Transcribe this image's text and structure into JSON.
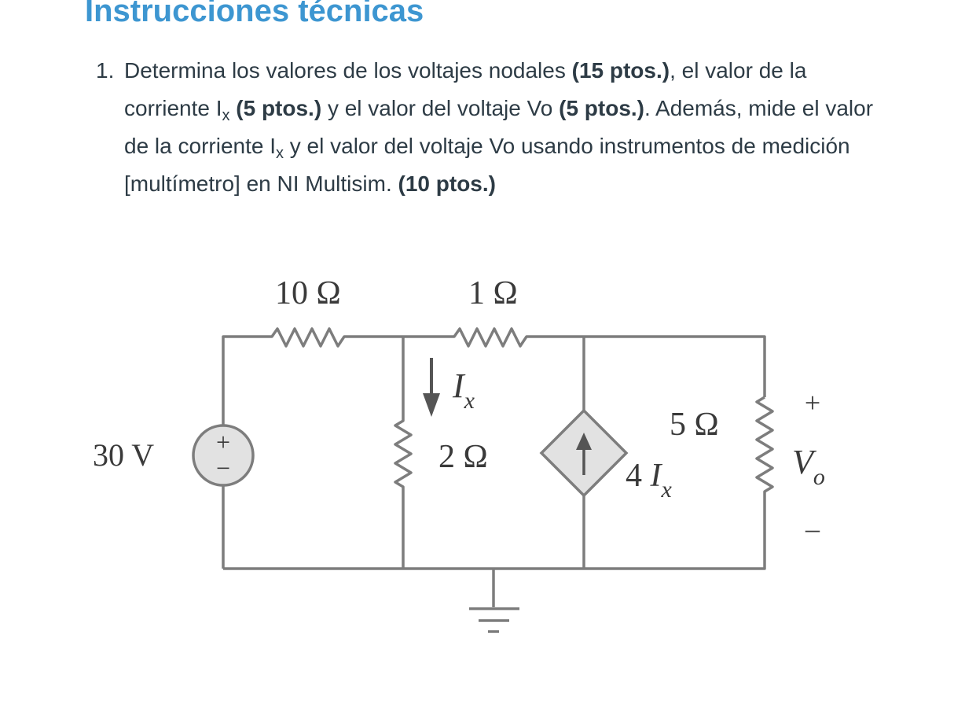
{
  "page": {
    "heading": "Instrucciones técnicas"
  },
  "instruction": {
    "number": "1.",
    "t1": "Determina los valores de los voltajes nodales ",
    "b1": "(15 ptos.)",
    "t2": ", el valor de la corriente I",
    "sub1": "x",
    "t3": " ",
    "b2": "(5 ptos.)",
    "t4": " y el valor del voltaje Vo ",
    "b3": "(5 ptos.)",
    "t5": ". Además, mide el valor de la corriente I",
    "sub2": "x",
    "t6": " y el valor del voltaje Vo usando instrumentos de medición [multímetro] en NI Multisim. ",
    "b4": "(10 ptos.)"
  },
  "circuit": {
    "r1_label": "10 Ω",
    "r2_label": "1 Ω",
    "r3_label": "2 Ω",
    "r4_label": "5 Ω",
    "source_label": "30 V",
    "source_plus": "+",
    "source_minus": "−",
    "ix_label": "I",
    "ix_sub": "x",
    "dep_coef": "4 ",
    "dep_var": "I",
    "dep_sub": "x",
    "vo_plus": "+",
    "vo_label": "V",
    "vo_sub": "o",
    "vo_minus": "–"
  },
  "colors": {
    "heading": "#3d96d1",
    "text": "#2d3b45",
    "wire": "#7d7d7d",
    "element_fill": "#e2e2e2",
    "arrow": "#555555"
  }
}
